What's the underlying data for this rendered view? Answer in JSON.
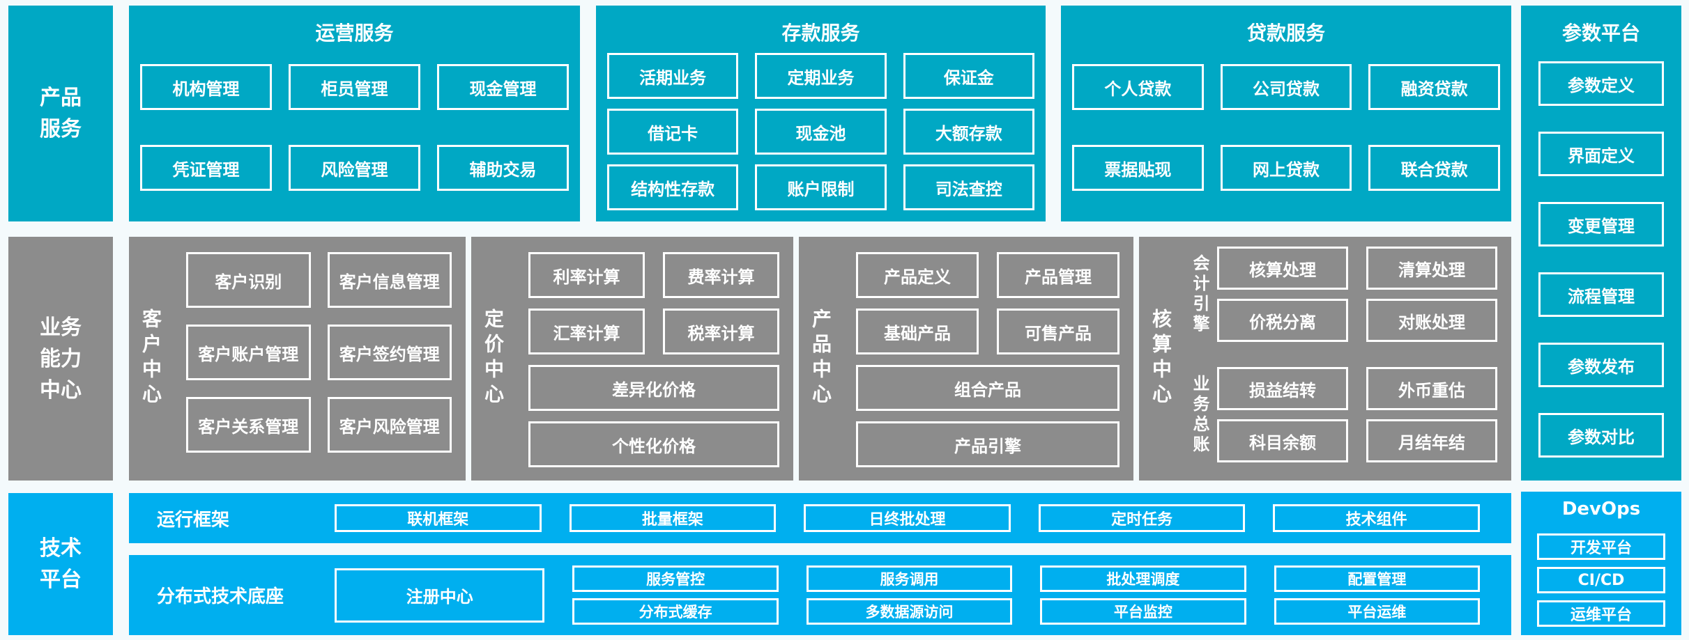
{
  "palette": {
    "teal": "#00A8C4",
    "gray": "#8C8C8C",
    "blue": "#00AFEF",
    "background": "#F4FAFC",
    "text": "#FFFFFF"
  },
  "left_rails": {
    "product_services": "产品\n服务",
    "business_center": "业务\n能力\n中心",
    "tech_platform": "技术\n平台"
  },
  "top_sections": [
    {
      "title": "运营服务",
      "items": [
        "机构管理",
        "柜员管理",
        "现金管理",
        "凭证管理",
        "风险管理",
        "辅助交易"
      ]
    },
    {
      "title": "存款服务",
      "items": [
        "活期业务",
        "定期业务",
        "保证金",
        "借记卡",
        "现金池",
        "大额存款",
        "结构性存款",
        "账户限制",
        "司法查控"
      ]
    },
    {
      "title": "贷款服务",
      "items": [
        "个人贷款",
        "公司贷款",
        "融资贷款",
        "票据贴现",
        "网上贷款",
        "联合贷款"
      ]
    }
  ],
  "param_platform": {
    "title": "参数平台",
    "items": [
      "参数定义",
      "界面定义",
      "变更管理",
      "流程管理",
      "参数发布",
      "参数对比"
    ]
  },
  "mid_sections": {
    "customer": {
      "label": "客户中心",
      "items": [
        "客户识别",
        "客户信息管理",
        "客户账户管理",
        "客户签约管理",
        "客户关系管理",
        "客户风险管理"
      ]
    },
    "pricing": {
      "label": "定价中心",
      "pairs": [
        "利率计算",
        "费率计算",
        "汇率计算",
        "税率计算"
      ],
      "full": [
        "差异化价格",
        "个性化价格"
      ]
    },
    "product": {
      "label": "产品中心",
      "pairs": [
        "产品定义",
        "产品管理",
        "基础产品",
        "可售产品"
      ],
      "full": [
        "组合产品",
        "产品引擎"
      ]
    },
    "accounting": {
      "label": "核算中心",
      "groups": [
        {
          "label": "会计引擎",
          "items": [
            "核算处理",
            "清算处理",
            "价税分离",
            "对账处理"
          ]
        },
        {
          "label": "业务总账",
          "items": [
            "损益结转",
            "外币重估",
            "科目余额",
            "月结年结"
          ]
        }
      ]
    }
  },
  "bottom": {
    "row1": {
      "label": "运行框架",
      "items": [
        "联机框架",
        "批量框架",
        "日终批处理",
        "定时任务",
        "技术组件"
      ]
    },
    "row2": {
      "label": "分布式技术底座",
      "registry": "注册中心",
      "cols": [
        [
          "服务管控",
          "分布式缓存"
        ],
        [
          "服务调用",
          "多数据源访问"
        ],
        [
          "批处理调度",
          "平台监控"
        ],
        [
          "配置管理",
          "平台运维"
        ]
      ]
    },
    "devops": {
      "title": "DevOps",
      "items": [
        "开发平台",
        "CI/CD",
        "运维平台"
      ]
    }
  }
}
